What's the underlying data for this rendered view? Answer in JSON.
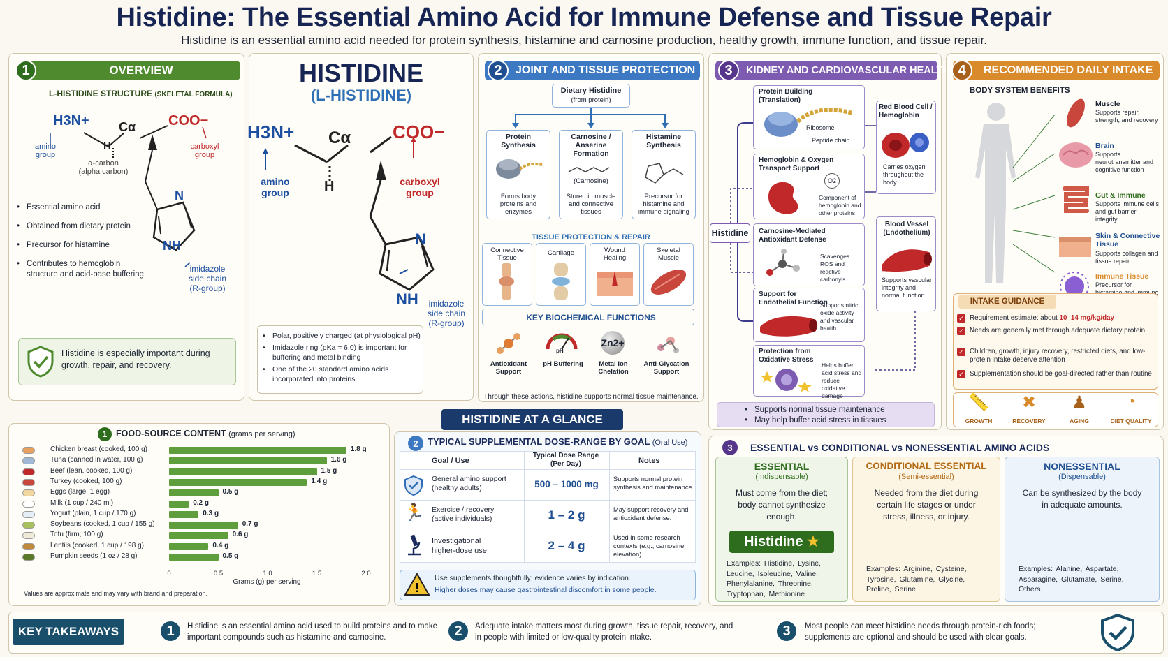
{
  "title": "Histidine: The Essential Amino Acid for Immune Defense and Tissue Repair",
  "subtitle": "Histidine is an essential amino acid needed for protein synthesis, histamine and carnosine production, healthy growth, immune function, and tissue repair.",
  "overview": {
    "num": "1",
    "title": "OVERVIEW",
    "structure_label": "L-HISTIDINE STRUCTURE",
    "structure_sub": "(SKELETAL FORMULA)",
    "h3n": "H3N+",
    "calpha": "Cα",
    "coo": "COO−",
    "amino": "amino group",
    "carboxyl": "carboxyl group",
    "alpha": "α-carbon (alpha carbon)",
    "n": "N",
    "nh": "NH",
    "h": "H",
    "imid": "imidazole side chain (R-group)",
    "bullets": [
      "Essential amino acid",
      "Obtained from dietary protein",
      "Precursor for histamine",
      "Contributes to hemoglobin structure and acid-base buffering"
    ],
    "callout": "Histidine is especially important during growth, repair, and recovery."
  },
  "big": {
    "title": "HISTIDINE",
    "sub": "(L-HISTIDINE)",
    "amino": "amino group",
    "carboxyl": "carboxyl group",
    "imid": "imidazole side chain (R-group)",
    "notes": [
      "Polar, positively charged (at physiological pH)",
      "Imidazole ring (pKa ≈ 6.0) is important for buffering and metal binding",
      "One of the 20 standard amino acids incorporated into proteins"
    ]
  },
  "joint": {
    "num": "2",
    "title": "JOINT AND TISSUE PROTECTION",
    "top": "Dietary Histidine",
    "top_sub": "(from protein)",
    "paths": [
      {
        "t": "Protein Synthesis",
        "d": "Forms body proteins and enzymes"
      },
      {
        "t": "Carnosine / Anserine Formation",
        "d": "Stored in muscle and connective tissues",
        "m": "(Carnosine)"
      },
      {
        "t": "Histamine Synthesis",
        "d": "Precursor for histamine and immune signaling"
      }
    ],
    "tissue_title": "TISSUE PROTECTION & REPAIR",
    "tissues": [
      "Connective Tissue",
      "Cartilage",
      "Wound Healing",
      "Skeletal Muscle"
    ],
    "bio_title": "KEY BIOCHEMICAL FUNCTIONS",
    "bio": [
      "Antioxidant Support",
      "pH Buffering",
      "Metal Ion Chelation",
      "Anti-Glycation Support"
    ],
    "ph": "pH",
    "zn": "Zn2+",
    "footer": "Through these actions, histidine supports normal tissue maintenance."
  },
  "kidney": {
    "num": "3",
    "title": "KIDNEY AND CARDIOVASCULAR HEALTH",
    "center": "Histidine",
    "left": [
      {
        "t": "Protein Building (Translation)",
        "a": "Ribosome",
        "b": "Peptide chain"
      },
      {
        "t": "Hemoglobin & Oxygen Transport Support",
        "d": "Component of hemoglobin and other proteins",
        "o2": "O2"
      },
      {
        "t": "Carnosine-Mediated Antioxidant Defense",
        "d": "Scavenges ROS and reactive carbonyls"
      },
      {
        "t": "Support for Endothelial Function",
        "d": "Supports nitric oxide activity and vascular health"
      },
      {
        "t": "Protection from Oxidative Stress",
        "d": "Helps buffer acid stress and reduce oxidative damage"
      }
    ],
    "right": [
      {
        "t": "Red Blood Cell / Hemoglobin",
        "d": "Carries oxygen throughout the body"
      },
      {
        "t": "Blood Vessel (Endothelium)",
        "d": "Supports vascular integrity and normal function"
      }
    ],
    "foot": [
      "Supports normal tissue maintenance",
      "May help buffer acid stress in tissues"
    ]
  },
  "intake": {
    "num": "4",
    "title": "RECOMMENDED DAILY INTAKE",
    "benefits": "BODY SYSTEM BENEFITS",
    "organs": [
      {
        "t": "Muscle",
        "d": "Supports repair, strength, and recovery"
      },
      {
        "t": "Brain",
        "d": "Supports neurotransmitter and cognitive function"
      },
      {
        "t": "Gut & Immune",
        "d": "Supports immune cells and gut barrier integrity"
      },
      {
        "t": "Skin & Connective Tissue",
        "d": "Supports collagen and tissue repair"
      },
      {
        "t": "Immune Tissue",
        "d": "Precursor for histamine and immune signaling"
      }
    ],
    "guidance": "INTAKE GUIDANCE",
    "g1a": "Requirement estimate: about ",
    "g1b": "10–14 mg/kg/day",
    "g": [
      "Needs are generally met through adequate dietary protein",
      "Children, growth, injury recovery, restricted diets, and low-protein intake deserve attention",
      "Supplementation should be goal-directed rather than routine"
    ],
    "icons": [
      "GROWTH",
      "RECOVERY",
      "AGING",
      "DIET QUALITY"
    ]
  },
  "glance": "HISTIDINE AT A GLANCE",
  "food": {
    "num": "1",
    "title": "FOOD-SOURCE CONTENT",
    "unit": "(grams per serving)",
    "xlabel": "Grams (g) per serving",
    "note": "Values are approximate and may vary with brand and preparation.",
    "ticks": [
      "0",
      "0.5",
      "1.0",
      "1.5",
      "2.0"
    ]
  },
  "chart_data": {
    "type": "bar",
    "orientation": "horizontal",
    "title": "FOOD-SOURCE CONTENT",
    "xlabel": "Grams (g) per serving",
    "xlim": [
      0,
      2.0
    ],
    "categories": [
      "Chicken breast (cooked, 100 g)",
      "Tuna (canned in water, 100 g)",
      "Beef (lean, cooked, 100 g)",
      "Turkey (cooked, 100 g)",
      "Eggs (large, 1 egg)",
      "Milk (1 cup / 240 ml)",
      "Yogurt (plain, 1 cup / 170 g)",
      "Soybeans (cooked, 1 cup / 155 g)",
      "Tofu (firm, 100 g)",
      "Lentils (cooked, 1 cup / 198 g)",
      "Pumpkin seeds (1 oz / 28 g)"
    ],
    "values": [
      1.8,
      1.6,
      1.5,
      1.4,
      0.5,
      0.2,
      0.3,
      0.7,
      0.6,
      0.4,
      0.5
    ],
    "labels": [
      "1.8 g",
      "1.6 g",
      "1.5 g",
      "1.4 g",
      "0.5 g",
      "0.2 g",
      "0.3 g",
      "0.7 g",
      "0.6 g",
      "0.4 g",
      "0.5 g"
    ],
    "color": "#5e9e3c"
  },
  "dose": {
    "num": "2",
    "title": "TYPICAL SUPPLEMENTAL DOSE-RANGE BY GOAL",
    "title_sub": "(Oral Use)",
    "headers": [
      "Goal / Use",
      "Typical Dose Range (Per Day)",
      "Notes"
    ],
    "rows": [
      {
        "goal": "General amino support",
        "goal2": "(healthy adults)",
        "dose": "500 – 1000 mg",
        "note": "Supports normal protein synthesis and maintenance."
      },
      {
        "goal": "Exercise / recovery",
        "goal2": "(active individuals)",
        "dose": "1 – 2 g",
        "note": "May support recovery and antioxidant defense."
      },
      {
        "goal": "Investigational",
        "goal2": "higher-dose use",
        "dose": "2 – 4 g",
        "note": "Used in some research contexts (e.g., carnosine elevation)."
      }
    ],
    "warn1": "Use supplements thoughtfully; evidence varies by indication.",
    "warn2": "Higher doses may cause gastrointestinal discomfort in some people."
  },
  "classes": {
    "num": "3",
    "title": "ESSENTIAL vs CONDITIONAL vs NONESSENTIAL AMINO ACIDS",
    "cols": [
      {
        "t": "ESSENTIAL",
        "s": "(Indispensable)",
        "d": "Must come from the diet; body cannot synthesize enough.",
        "ex": "Examples: Histidine, Lysine, Leucine, Isoleucine, Valine, Phenylalanine, Threonine, Tryptophan, Methionine"
      },
      {
        "t": "CONDITIONAL ESSENTIAL",
        "s": "(Semi-essential)",
        "d": "Needed from the diet during certain life stages or under stress, illness, or injury.",
        "ex": "Examples: Arginine, Cysteine, Tyrosine, Glutamine, Glycine, Proline, Serine"
      },
      {
        "t": "NONESSENTIAL",
        "s": "(Dispensable)",
        "d": "Can be synthesized by the body in adequate amounts.",
        "ex": "Examples: Alanine, Aspartate, Asparagine, Glutamate, Serine, Others"
      }
    ],
    "badge": "Histidine"
  },
  "takeaways": {
    "label": "KEY TAKEAWAYS",
    "items": [
      "Histidine is an essential amino acid used to build proteins and to make important compounds such as histamine and carnosine.",
      "Adequate intake matters most during growth, tissue repair, recovery, and in people with limited or low-quality protein intake.",
      "Most people can meet histidine needs through protein-rich foods; supplements are optional and should be used with clear goals."
    ],
    "nums": [
      "1",
      "2",
      "3"
    ]
  },
  "colors": {
    "navy": "#1a2a5c",
    "green": "#4f8a2e",
    "blue": "#3d79c2",
    "purple": "#7d5bb0",
    "orange": "#d98a2b",
    "teal": "#1f6e8c"
  }
}
